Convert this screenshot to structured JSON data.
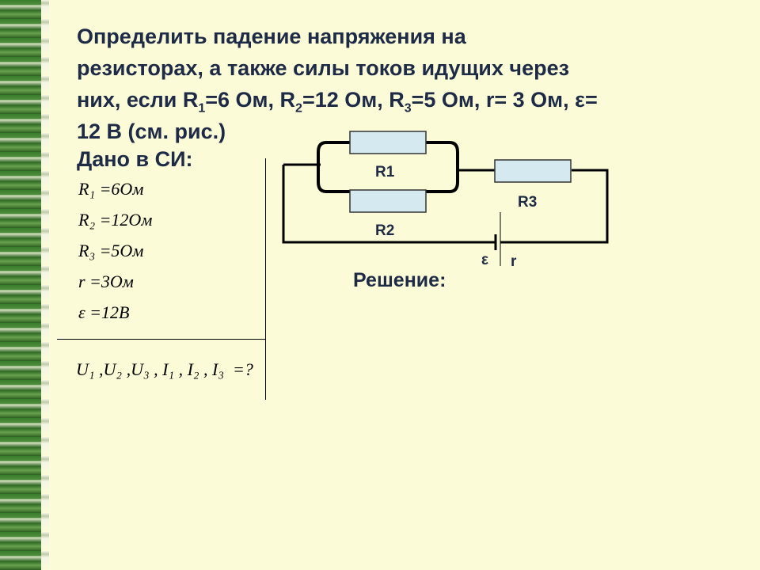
{
  "problem": {
    "line1": "Определить падение напряжения на",
    "line2": "резисторах, а также силы токов идущих через",
    "line3_a": "них, если R",
    "line3_s1": "1",
    "line3_b": "=6 Ом, R",
    "line3_s2": "2",
    "line3_c": "=12 Ом, R",
    "line3_s3": "3",
    "line3_d": "=5 Ом, r= 3 Ом, ε=",
    "line4": "12 В (см. рис.)"
  },
  "given": {
    "title": "Дано в СИ:",
    "items": [
      "R₁ =6Ом",
      "R₂ =12Ом",
      "R₃ =5Ом",
      "r =3Ом",
      "ε =12В"
    ],
    "find": "U₁ ,U₂ ,U₃ , I₁ , I₂ , I₃  =?"
  },
  "circuit": {
    "r1_label": "R1",
    "r2_label": "R2",
    "r3_label": "R3",
    "emf_label": "ε",
    "internal_label": "r",
    "resistor_fill": "#d4eaf0",
    "wire_color": "#000000"
  },
  "solution": {
    "title": "Решение:"
  },
  "colors": {
    "background": "#fbfbd8",
    "text": "#1e2b46",
    "binding": "#3c7a2e"
  }
}
